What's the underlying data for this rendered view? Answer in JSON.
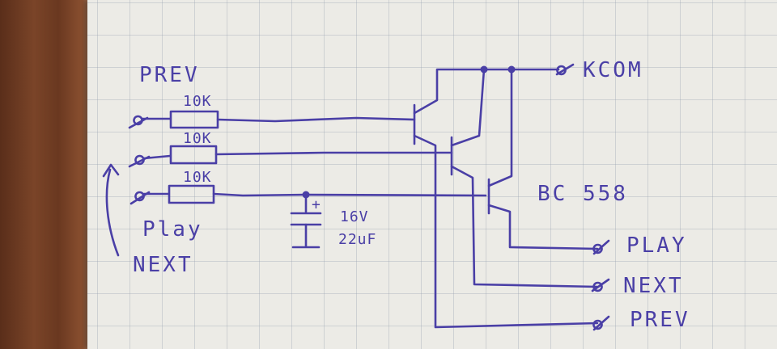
{
  "colors": {
    "ink": "#4a3fa6",
    "paper": "#ecebe6"
  },
  "labels": {
    "kcom": "KCOM",
    "transistor": "BC 558",
    "cap_voltage": "16V",
    "cap_value": "22uF",
    "in_prev": "PREV",
    "in_play": "Play",
    "in_next": "NEXT",
    "out_play": "PLAY",
    "out_next": "NEXT",
    "out_prev": "PREV"
  },
  "resistors": [
    {
      "value": "10K"
    },
    {
      "value": "10K"
    },
    {
      "value": "10K"
    }
  ],
  "capacitor": {
    "polarity": "+"
  }
}
